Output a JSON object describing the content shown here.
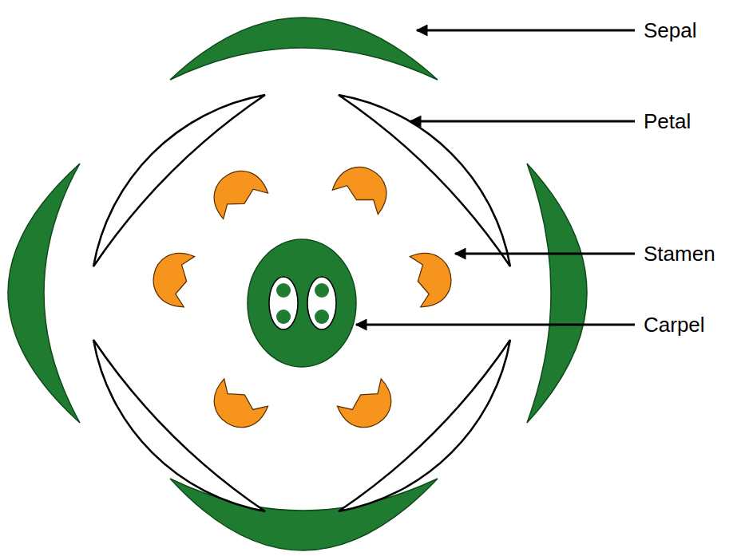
{
  "diagram": {
    "labels": [
      "Sepal",
      "Petal",
      "Stamen",
      "Carpel"
    ]
  }
}
